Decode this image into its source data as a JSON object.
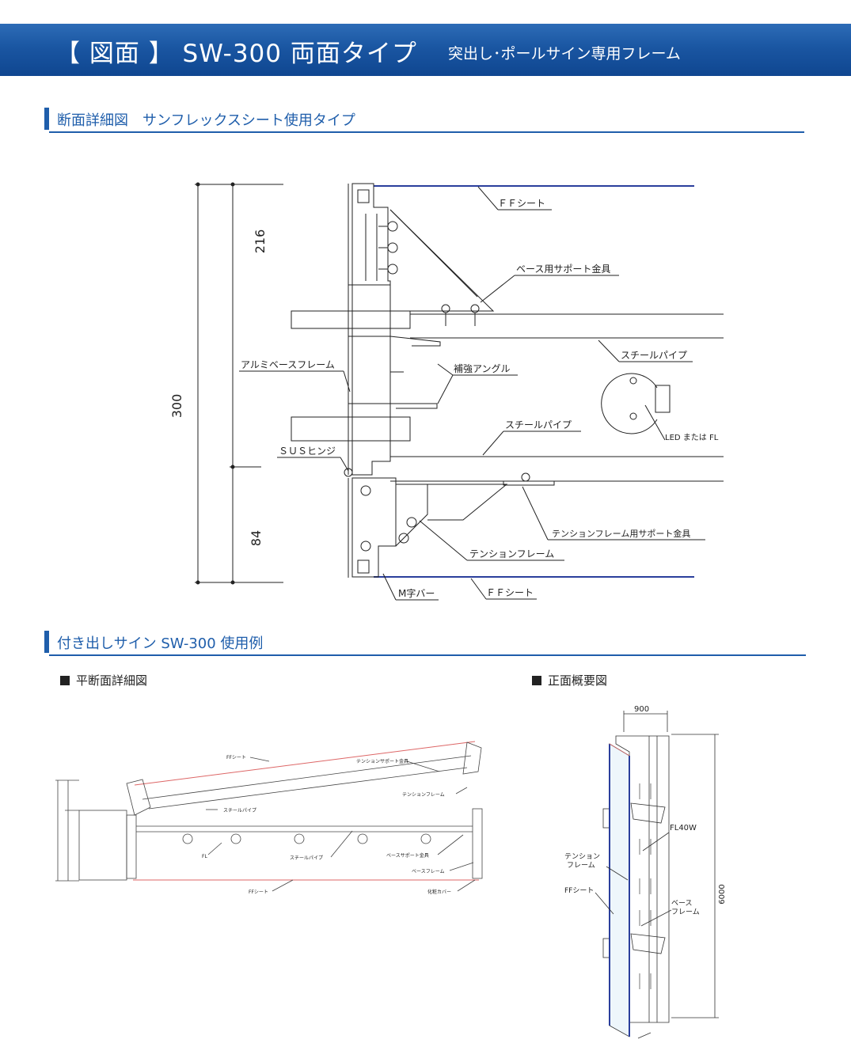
{
  "header": {
    "title": "【 図面 】 SW-300 両面タイプ",
    "subtitle": "突出し･ポールサイン専用フレーム"
  },
  "section1": {
    "heading": "断面詳細図　サンフレックスシート使用タイプ",
    "dimensions": {
      "total": "300",
      "upper": "216",
      "lower": "84"
    },
    "labels": {
      "ff_sheet_top": "ＦＦシート",
      "base_support": "ベース用サポート金具",
      "steel_pipe_1": "スチールパイプ",
      "alumi_base_frame": "アルミベースフレーム",
      "reinforce_angle": "補強アングル",
      "led_or_fl": "LED または FL",
      "steel_pipe_2": "スチールパイプ",
      "sus_hinge": "ＳＵＳヒンジ",
      "tension_support": "テンションフレーム用サポート金具",
      "tension_frame": "テンションフレーム",
      "m_bar": "M字バー",
      "ff_sheet_bottom": "ＦＦシート"
    }
  },
  "section2": {
    "heading": "付き出しサイン SW-300 使用例",
    "plan": {
      "title": "平断面詳細図",
      "labels": {
        "ff_top": "FFシート",
        "tension_support": "テンションサポート金具",
        "tension_frame": "テンションフレーム",
        "steel_pipe_top": "スチールパイプ",
        "fl": "FL",
        "steel_pipe_mid": "スチールパイプ",
        "base_support": "ベースサポート金具",
        "base_frame": "ベースフレーム",
        "ff_bottom": "FFシート",
        "cover": "化粧カバー"
      }
    },
    "front": {
      "title": "正面概要図",
      "width": "900",
      "height": "6000",
      "labels": {
        "fl40w": "FL40W",
        "tension_l1": "テンション",
        "tension_l2": "フレーム",
        "ff_sheet": "FFシート",
        "base_l1": "ベース",
        "base_l2": "フレーム"
      }
    }
  }
}
